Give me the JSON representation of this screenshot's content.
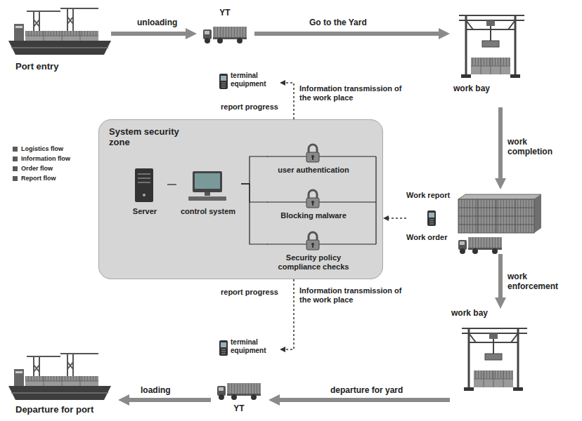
{
  "diagram": {
    "nodes": [
      {
        "text": [
          "Port entry"
        ]
      },
      {
        "text": [
          "YT"
        ]
      },
      {
        "text": [
          "work bay"
        ]
      },
      {
        "text": [
          "Work report",
          "Work order"
        ]
      },
      {
        "text": [
          "work bay"
        ]
      },
      {
        "text": [
          "YT"
        ]
      },
      {
        "text": [
          "Departure for port"
        ]
      },
      {
        "text": [
          "System security zone"
        ]
      },
      {
        "text": [
          "Server"
        ],
        "in": 7
      },
      {
        "text": [
          "control system"
        ],
        "in": 7
      },
      {
        "text": [
          "user authentication"
        ],
        "in": 7
      },
      {
        "text": [
          "Blocking malware"
        ],
        "in": 7
      },
      {
        "text": [
          "Security policy compliance checks"
        ],
        "in": 7
      },
      {
        "text": [
          "terminal equipment"
        ]
      },
      {
        "text": [
          "terminal equipment"
        ]
      }
    ],
    "edges": [
      {
        "from": 0,
        "to": 1,
        "label": "unloading",
        "arrow": "to"
      },
      {
        "from": 1,
        "to": 2,
        "label": "Go to the Yard",
        "arrow": "to"
      },
      {
        "from": 2,
        "to": 3,
        "label": "work completion",
        "arrow": "to"
      },
      {
        "from": 3,
        "to": 4,
        "label": "work enforcement",
        "arrow": "to"
      },
      {
        "from": 4,
        "to": 5,
        "label": "departure for yard",
        "arrow": "to"
      },
      {
        "from": 5,
        "to": 6,
        "label": "loading",
        "arrow": "to"
      },
      {
        "from": 8,
        "to": 9,
        "arrow": "none"
      },
      {
        "from": 9,
        "to": 10,
        "arrow": "none"
      },
      {
        "from": 9,
        "to": 11,
        "arrow": "none"
      },
      {
        "from": 9,
        "to": 12,
        "arrow": "none"
      },
      {
        "from": 7,
        "to": 13,
        "label": "Information transmission of the work place",
        "arrow": "to"
      },
      {
        "from": 7,
        "to": 14,
        "label": "Information transmission of the work place",
        "arrow": "to"
      },
      {
        "from": 3,
        "to": 7,
        "arrow": "to"
      }
    ],
    "labels": [
      "report progress",
      "report progress"
    ],
    "legend": [
      {
        "text": "Logistics flow",
        "color": "#5a5a5a"
      },
      {
        "text": "Information flow",
        "color": "#5a5a5a"
      },
      {
        "text": "Order flow",
        "color": "#5a5a5a"
      },
      {
        "text": "Report flow",
        "color": "#5a5a5a"
      }
    ]
  }
}
